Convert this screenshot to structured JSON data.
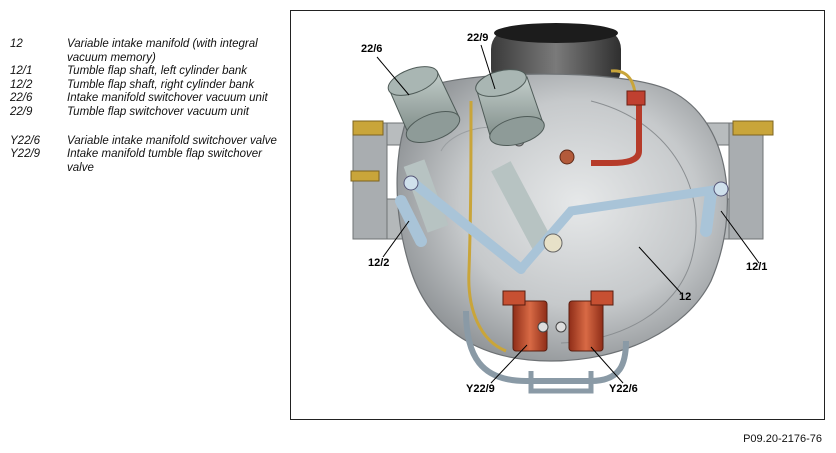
{
  "legend": {
    "items": [
      {
        "code": "12",
        "desc": "Variable intake manifold (with integral vacuum memory)"
      },
      {
        "code": "12/1",
        "desc": "Tumble flap shaft, left cylinder bank"
      },
      {
        "code": "12/2",
        "desc": "Tumble flap shaft, right cylinder bank"
      },
      {
        "code": "22/6",
        "desc": "Intake manifold switchover vacuum unit"
      },
      {
        "code": "22/9",
        "desc": "Tumble flap switchover vacuum unit"
      },
      {
        "code": "Y22/6",
        "desc": "Variable intake manifold switchover valve"
      },
      {
        "code": "Y22/9",
        "desc": "Intake manifold tumble flap switchover valve"
      }
    ]
  },
  "callouts": {
    "c_22_6": "22/6",
    "c_22_9": "22/9",
    "c_12_2": "12/2",
    "c_12_1": "12/1",
    "c_12": "12",
    "c_y22_9": "Y22/9",
    "c_y22_6": "Y22/6"
  },
  "figure_ref": "P09.20-2176-76",
  "colors": {
    "manifold": "#c9ccce",
    "vacuum_unit": "#9aa7a3",
    "valve": "#c0502e",
    "gold_line": "#c9a53a",
    "shaft": "#a9c4d8"
  }
}
